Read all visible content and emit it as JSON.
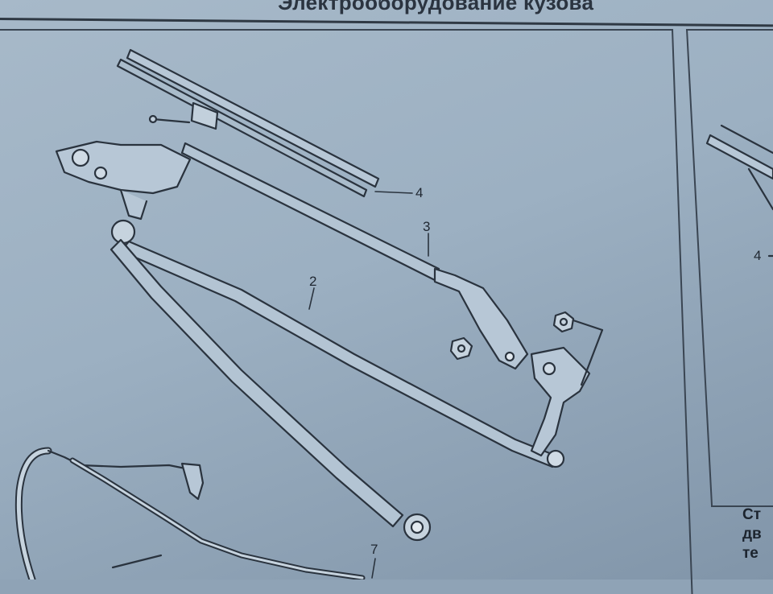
{
  "page": {
    "header_title": "Электрооборудование кузова"
  },
  "diagram": {
    "callouts": {
      "c4": "4",
      "c3": "3",
      "c2": "2",
      "c7": "7",
      "c4_right": "4"
    }
  },
  "side_panel": {
    "caption_lines": [
      "Ст",
      "дв",
      "те"
    ]
  },
  "colors": {
    "paper": "#9cb0c2",
    "ink": "#2b3440",
    "line": "#3a4552"
  }
}
